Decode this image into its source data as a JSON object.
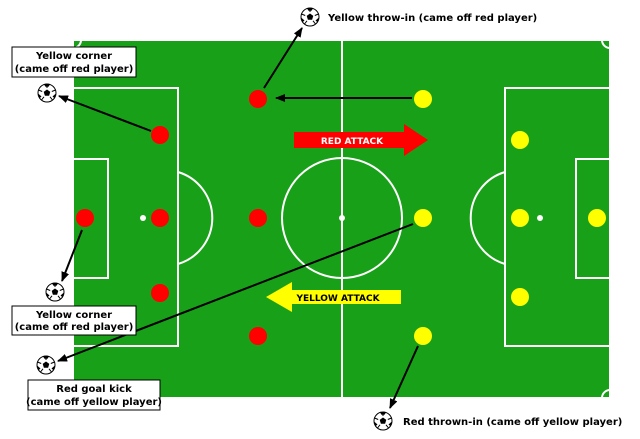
{
  "colors": {
    "pitch": "#19a019",
    "lines": "#ffffff",
    "red_team": "#ff0000",
    "yellow_team": "#ffff00",
    "arrow": "#000000"
  },
  "attacks": {
    "red": "RED ATTACK",
    "yellow": "YELLOW ATTACK"
  },
  "labels": {
    "yellow_throw_in": "Yellow throw-in (came off red player)",
    "yellow_corner_top_1": "Yellow corner",
    "yellow_corner_top_2": "(came off red player)",
    "yellow_corner_bottom_1": "Yellow corner",
    "yellow_corner_bottom_2": "(came off red player)",
    "red_goal_kick_1": "Red goal kick",
    "red_goal_kick_2": "(came off yellow player)",
    "red_throw_in": "Red thrown-in (came off yellow player)"
  },
  "icons": [
    "soccer-ball-icon"
  ]
}
